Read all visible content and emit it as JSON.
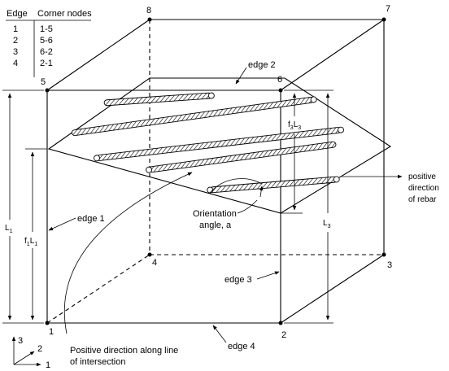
{
  "table": {
    "headers": [
      "Edge",
      "Corner nodes"
    ],
    "rows": [
      {
        "edge": "1",
        "nodes": "1-5"
      },
      {
        "edge": "2",
        "nodes": "5-6"
      },
      {
        "edge": "3",
        "nodes": "6-2"
      },
      {
        "edge": "4",
        "nodes": "2-1"
      }
    ]
  },
  "nodes": [
    "1",
    "2",
    "3",
    "4",
    "5",
    "6",
    "7",
    "8"
  ],
  "edges": {
    "edge1": "edge 1",
    "edge2": "edge 2",
    "edge3": "edge 3",
    "edge4": "edge 4"
  },
  "labels": {
    "positive_direction_rebar": [
      "positive",
      "direction",
      "of rebar"
    ],
    "orientation_angle": [
      "Orientation",
      "angle, a"
    ],
    "positive_direction_line": [
      "Positive direction along line",
      "of intersection"
    ]
  },
  "dimensions": {
    "L1": "L",
    "L1_sub": "1",
    "f1L1": "f",
    "f1L1_sub1": "1",
    "f1L1_mid": "L",
    "f1L1_sub2": "1",
    "L3": "L",
    "L3_sub": "3",
    "f3L3": "f",
    "f3L3_sub1": "3",
    "f3L3_mid": "L",
    "f3L3_sub2": "3"
  },
  "axes": {
    "axis1": "1",
    "axis2": "2",
    "axis3": "3"
  }
}
